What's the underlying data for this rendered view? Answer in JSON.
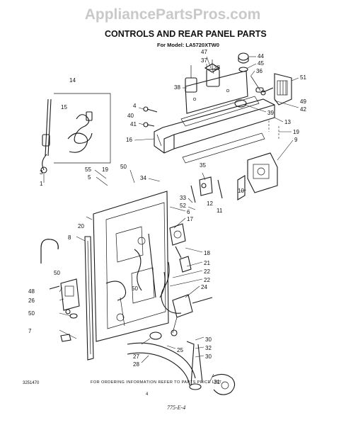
{
  "watermark": "AppliancePartsPros.com",
  "title": "CONTROLS AND REAR PANEL PARTS",
  "model": "For Model: LA5720XTW0",
  "footer_note": "FOR ORDERING INFORMATION REFER TO PARTS PRICE LIST",
  "page_number": "4",
  "figure_code": "3251470",
  "handwritten": "775-E-4",
  "callouts": [
    {
      "id": "c47",
      "label": "47"
    },
    {
      "id": "c37",
      "label": "37"
    },
    {
      "id": "c38a",
      "label": "38"
    },
    {
      "id": "c38b",
      "label": "38"
    },
    {
      "id": "c44",
      "label": "44"
    },
    {
      "id": "c45",
      "label": "45"
    },
    {
      "id": "c36",
      "label": "36"
    },
    {
      "id": "c51",
      "label": "51"
    },
    {
      "id": "c49",
      "label": "49"
    },
    {
      "id": "c42",
      "label": "42"
    },
    {
      "id": "c39",
      "label": "39"
    },
    {
      "id": "c14",
      "label": "14"
    },
    {
      "id": "c15",
      "label": "15"
    },
    {
      "id": "c4",
      "label": "4"
    },
    {
      "id": "c40",
      "label": "40"
    },
    {
      "id": "c41",
      "label": "41"
    },
    {
      "id": "c16",
      "label": "16"
    },
    {
      "id": "c13",
      "label": "13"
    },
    {
      "id": "c19a",
      "label": "19"
    },
    {
      "id": "c9",
      "label": "9"
    },
    {
      "id": "c3",
      "label": "3"
    },
    {
      "id": "c1",
      "label": "1"
    },
    {
      "id": "c55",
      "label": "55"
    },
    {
      "id": "c19b",
      "label": "19"
    },
    {
      "id": "c5",
      "label": "5"
    },
    {
      "id": "c50a",
      "label": "50"
    },
    {
      "id": "c34",
      "label": "34"
    },
    {
      "id": "c35",
      "label": "35"
    },
    {
      "id": "c10",
      "label": "10"
    },
    {
      "id": "c33",
      "label": "33"
    },
    {
      "id": "c52",
      "label": "52"
    },
    {
      "id": "c12",
      "label": "12"
    },
    {
      "id": "c6",
      "label": "6"
    },
    {
      "id": "c11",
      "label": "11"
    },
    {
      "id": "c20",
      "label": "20"
    },
    {
      "id": "c17",
      "label": "17"
    },
    {
      "id": "c8",
      "label": "8"
    },
    {
      "id": "c18",
      "label": "18"
    },
    {
      "id": "c21",
      "label": "21"
    },
    {
      "id": "c22a",
      "label": "22"
    },
    {
      "id": "c22b",
      "label": "22"
    },
    {
      "id": "c50b",
      "label": "50"
    },
    {
      "id": "c24",
      "label": "24"
    },
    {
      "id": "c50c",
      "label": "50"
    },
    {
      "id": "c48",
      "label": "48"
    },
    {
      "id": "c26",
      "label": "26"
    },
    {
      "id": "c50d",
      "label": "50"
    },
    {
      "id": "c7",
      "label": "7"
    },
    {
      "id": "c30a",
      "label": "30"
    },
    {
      "id": "c32",
      "label": "32"
    },
    {
      "id": "c30b",
      "label": "30"
    },
    {
      "id": "c27",
      "label": "27"
    },
    {
      "id": "c25",
      "label": "25"
    },
    {
      "id": "c28",
      "label": "28"
    },
    {
      "id": "c31",
      "label": "31"
    }
  ]
}
